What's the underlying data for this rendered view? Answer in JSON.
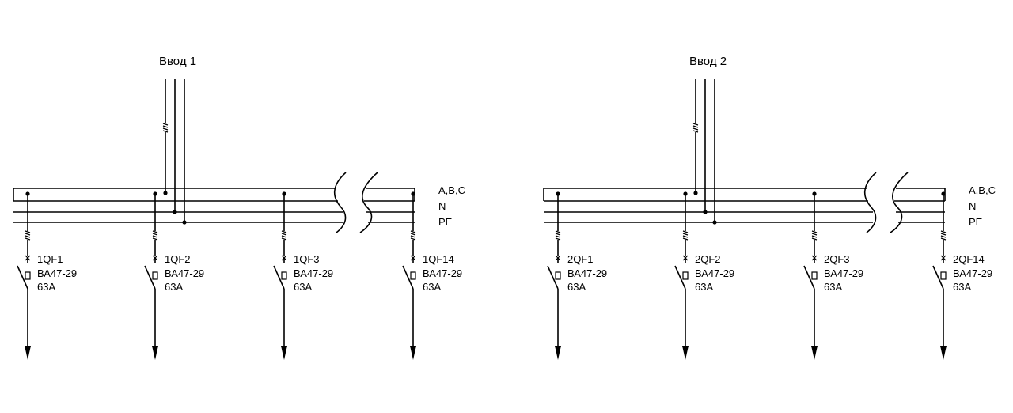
{
  "diagram": {
    "panels": [
      {
        "id": "1",
        "title": "Ввод 1",
        "bus_labels": [
          "A,B,C",
          "N",
          "PE"
        ],
        "breakers": [
          {
            "name": "1QF1",
            "type": "ВА47-29",
            "rating": "63А"
          },
          {
            "name": "1QF2",
            "type": "ВА47-29",
            "rating": "63А"
          },
          {
            "name": "1QF3",
            "type": "ВА47-29",
            "rating": "63А"
          },
          {
            "name": "1QF14",
            "type": "ВА47-29",
            "rating": "63А"
          }
        ]
      },
      {
        "id": "2",
        "title": "Ввод 2",
        "bus_labels": [
          "A,B,C",
          "N",
          "PE"
        ],
        "breakers": [
          {
            "name": "2QF1",
            "type": "ВА47-29",
            "rating": "63А"
          },
          {
            "name": "2QF2",
            "type": "ВА47-29",
            "rating": "63А"
          },
          {
            "name": "2QF3",
            "type": "ВА47-29",
            "rating": "63А"
          },
          {
            "name": "2QF14",
            "type": "ВА47-29",
            "rating": "63А"
          }
        ]
      }
    ]
  }
}
